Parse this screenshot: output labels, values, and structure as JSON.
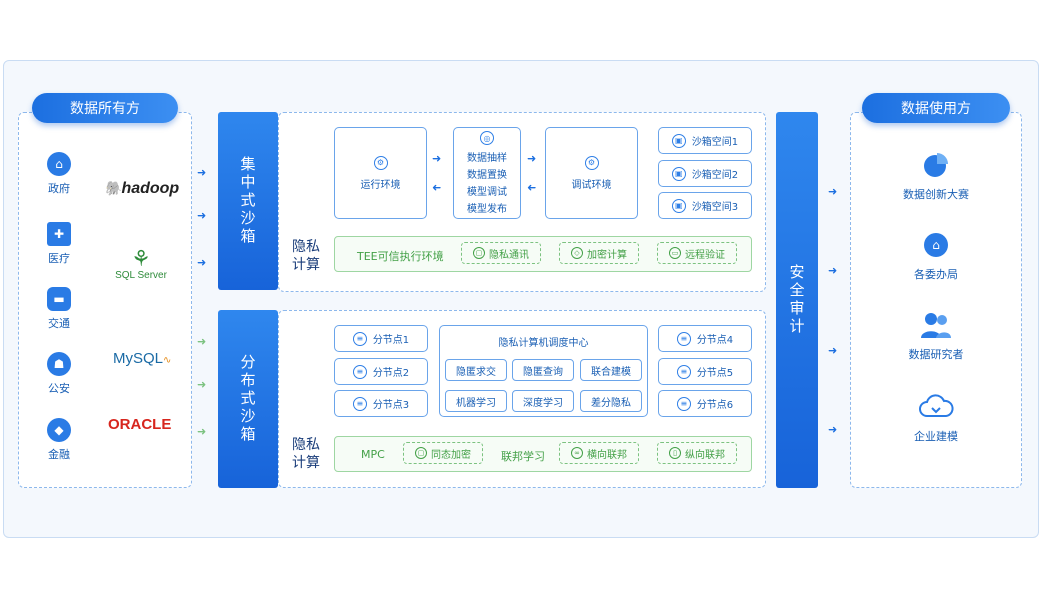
{
  "owner": {
    "title": "数据所有方",
    "items": [
      {
        "label": "政府",
        "icon": "government-icon"
      },
      {
        "label": "医疗",
        "icon": "hospital-icon"
      },
      {
        "label": "交通",
        "icon": "car-icon"
      },
      {
        "label": "公安",
        "icon": "police-icon"
      },
      {
        "label": "金融",
        "icon": "finance-icon"
      }
    ],
    "brands": {
      "hadoop": "hadoop",
      "sqlserver": "SQL Server",
      "mysql": "MySQL",
      "oracle": "ORACLE"
    }
  },
  "centralized": {
    "title": "集中式沙箱",
    "run_env": "运行环境",
    "debug_env": "调试环境",
    "process": [
      "数据抽样",
      "数据置换",
      "模型调试",
      "模型发布"
    ],
    "sandboxes": [
      "沙箱空间1",
      "沙箱空间2",
      "沙箱空间3"
    ],
    "privacy_label": [
      "隐私",
      "计算"
    ],
    "tee": {
      "label": "TEE可信执行环境",
      "chips": [
        "隐私通讯",
        "加密计算",
        "远程验证"
      ]
    }
  },
  "distributed": {
    "title": "分布式沙箱",
    "nodes_left": [
      "分节点1",
      "分节点2",
      "分节点3"
    ],
    "nodes_right": [
      "分节点4",
      "分节点5",
      "分节点6"
    ],
    "scheduler": {
      "title": "隐私计算机调度中心",
      "buttons": [
        "隐匿求交",
        "隐匿查询",
        "联合建模",
        "机器学习",
        "深度学习",
        "差分隐私"
      ]
    },
    "privacy_label": [
      "隐私",
      "计算"
    ],
    "mpc": {
      "label": "MPC",
      "chips": [
        "同态加密",
        "横向联邦",
        "纵向联邦"
      ],
      "middle": "联邦学习"
    }
  },
  "audit": {
    "title": "安全审计"
  },
  "user": {
    "title": "数据使用方",
    "items": [
      {
        "label": "数据创新大赛",
        "icon": "pie-chart-icon"
      },
      {
        "label": "各委办局",
        "icon": "government-icon"
      },
      {
        "label": "数据研究者",
        "icon": "users-icon"
      },
      {
        "label": "企业建模",
        "icon": "cloud-icon"
      }
    ]
  },
  "colors": {
    "primary": "#1c6fe0",
    "green": "#43a047",
    "border": "#8db8ec"
  }
}
